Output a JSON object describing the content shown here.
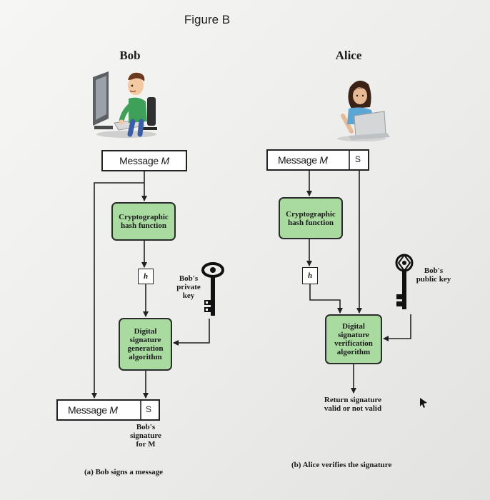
{
  "figure_title": "Figure B",
  "bob": {
    "name": "Bob",
    "message_label": "Message ",
    "message_var": "M",
    "hash_process": "Cryptographic hash function",
    "hash_output": "h",
    "key_label": "Bob's private key",
    "signature_process": "Digital signature generation algorithm",
    "signed_message_label": "Message ",
    "signed_message_var": "M",
    "signature_cell": "S",
    "signature_note": "Bob's signature for M",
    "caption": "(a) Bob signs a message"
  },
  "alice": {
    "name": "Alice",
    "message_label": "Message ",
    "message_var": "M",
    "signature_cell": "S",
    "hash_process": "Cryptographic hash function",
    "hash_output": "h",
    "key_label": "Bob's public key",
    "verify_process": "Digital signature verification algorithm",
    "result": "Return signature valid or not valid",
    "caption": "(b) Alice verifies the signature"
  },
  "colors": {
    "process_fill": "#a9dba1",
    "line": "#222222"
  },
  "icons": [
    "computer-user-icon",
    "laptop-user-icon",
    "skeleton-key-icon",
    "mouse-cursor-icon"
  ]
}
